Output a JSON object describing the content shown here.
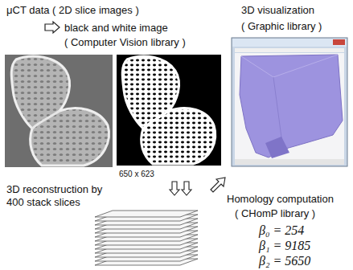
{
  "diagram": {
    "labels": [
      "μCT data ( 2D slice images )",
      "black and white image",
      "( Computer Vision library )",
      "3D visualization",
      "( Graphic library )",
      "650 x 623",
      "3D reconstruction by 400 stack slices",
      "Homology computation",
      "( CHomP library )",
      "β₀ = 254",
      "β₁ = 9185",
      "β₂ = 5650"
    ]
  }
}
